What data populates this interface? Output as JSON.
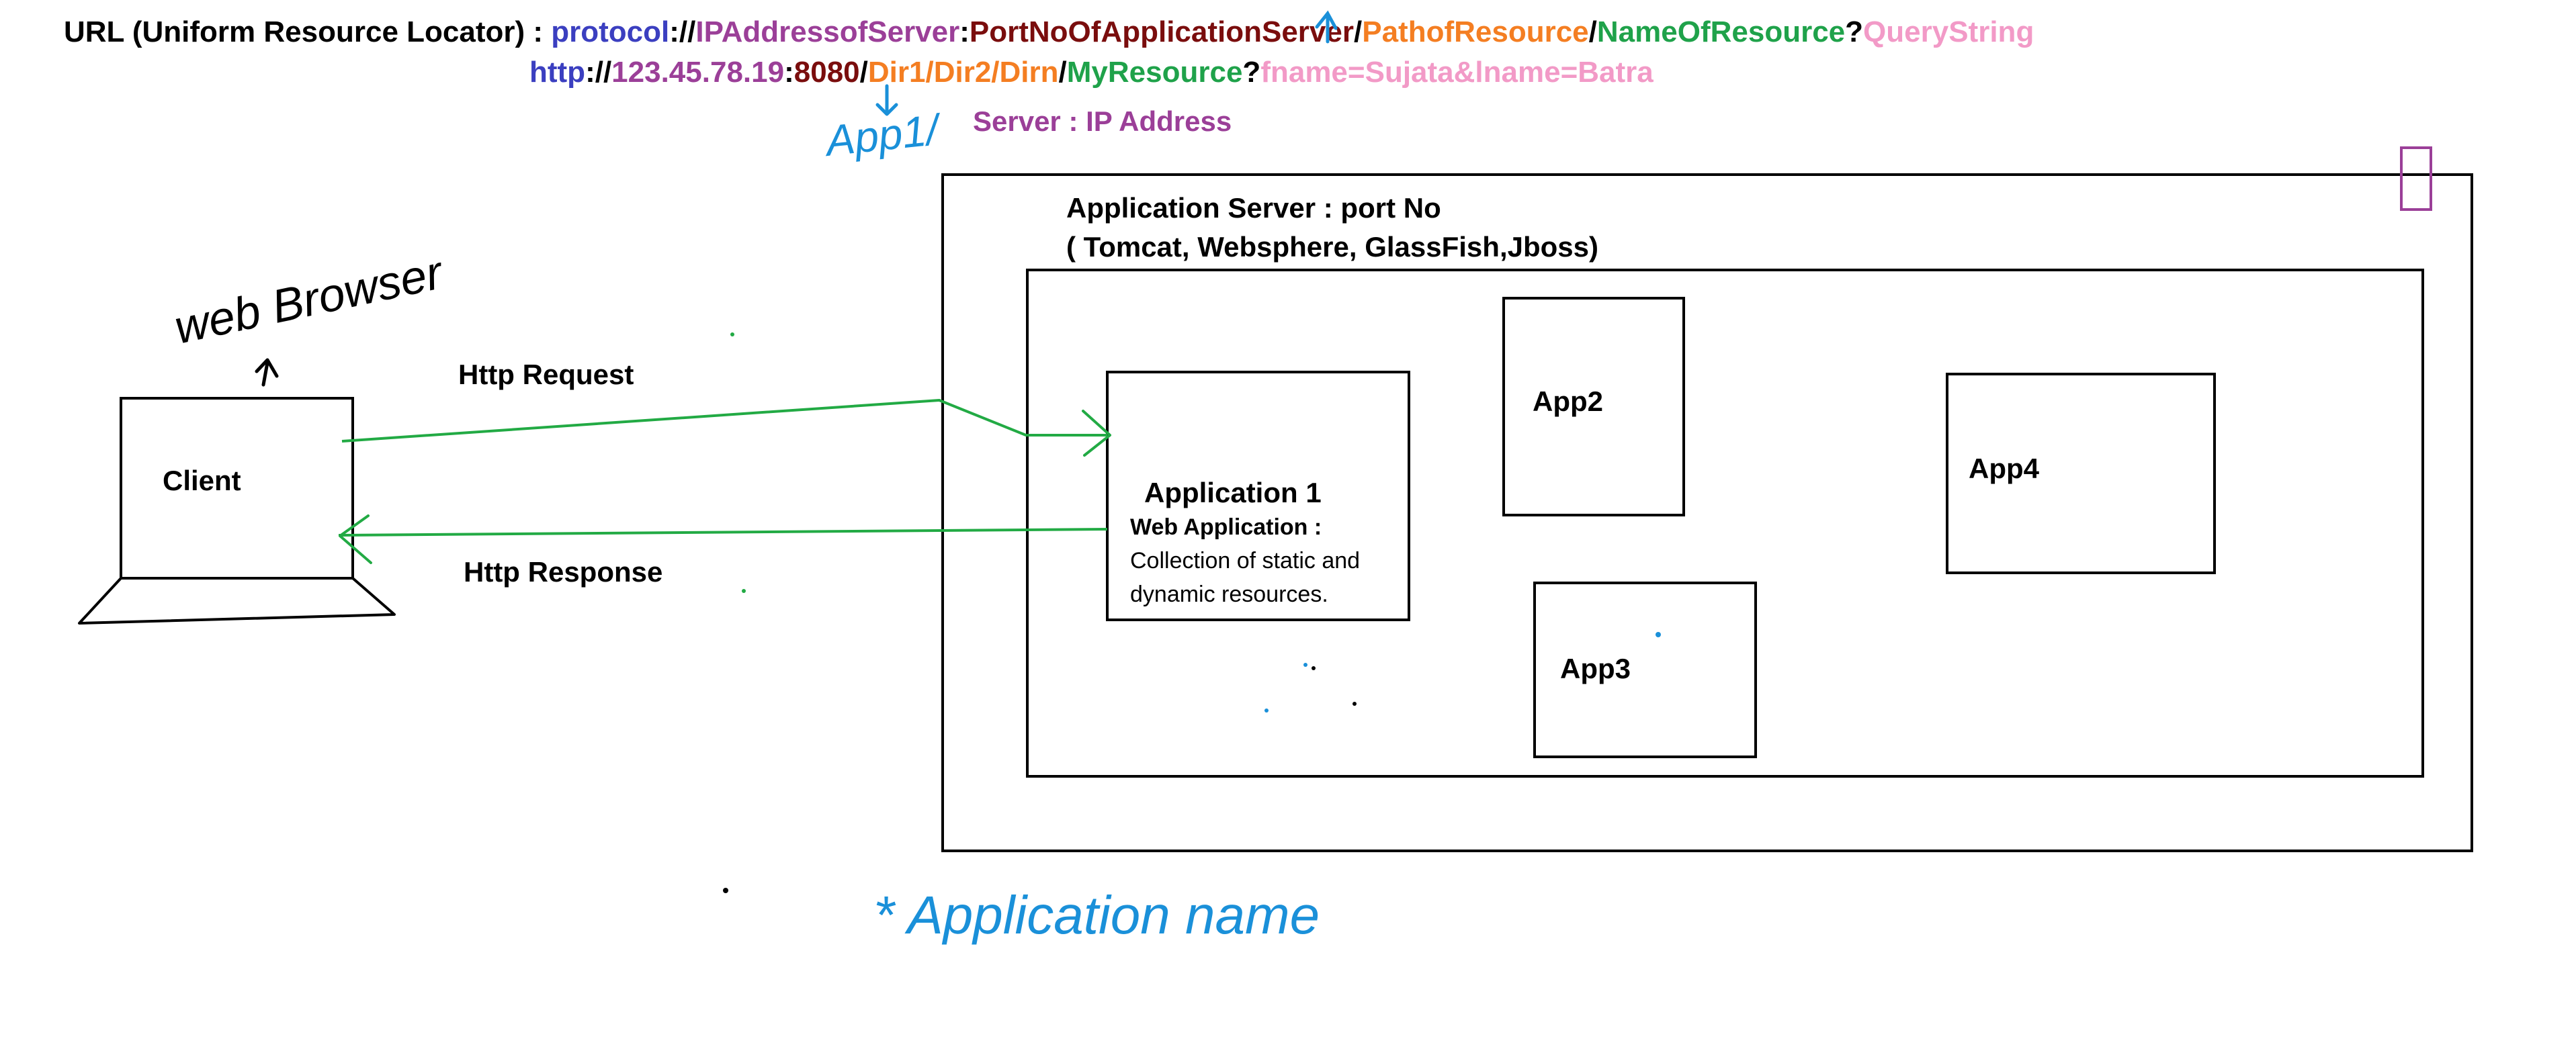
{
  "url_template": {
    "label": "URL (Uniform Resource Locator) : ",
    "protocol": "protocol",
    "sep1": "://",
    "ip": "IPAddressofServer",
    "colon": ":",
    "port": "PortNoOfApplicationServer",
    "slash1": "/",
    "path": "PathofResource",
    "slash2": "/",
    "name": "NameOfResource",
    "qmark": "?",
    "query": "QueryString"
  },
  "url_example": {
    "protocol": "http",
    "sep1": "://",
    "ip": "123.45.78.19",
    "colon": ":",
    "port": "8080",
    "slash1": "/",
    "path": "Dir1/Dir2/Dirn",
    "slash2": "/",
    "name": "MyResource",
    "qmark": "?",
    "query": "fname=Sujata&lname=Batra"
  },
  "server_label": "Server : IP Address",
  "app_server": {
    "title": "Application Server : port No",
    "subtitle": "( Tomcat, Websphere, GlassFish,Jboss)"
  },
  "client": {
    "label": "Client"
  },
  "request_label": "Http Request",
  "response_label": "Http Response",
  "app1": {
    "title": "Application 1",
    "subtitle": "Web Application :",
    "desc_line1": "Collection of static and",
    "desc_line2": "dynamic resources."
  },
  "apps": {
    "app2": "App2",
    "app3": "App3",
    "app4": "App4"
  },
  "handwritten": {
    "web_browser": "web Browser",
    "app1_short": "App1/",
    "application_name": "* Application name"
  },
  "colors": {
    "black": "#000000",
    "protocol": "#3b3fc0",
    "ip": "#9b3f98",
    "port": "#7a0d0d",
    "path": "#f47e22",
    "name": "#1fa24a",
    "query": "#f29ac7",
    "connector": "#22aa44",
    "handwriting_blue": "#1a90d9",
    "server_label": "#9b3f98"
  }
}
